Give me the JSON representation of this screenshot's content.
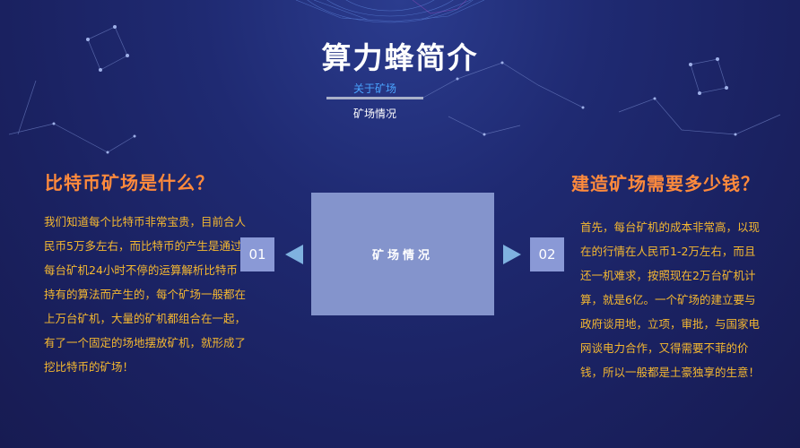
{
  "header": {
    "title": "算力蜂简介",
    "active_tab": "关于矿场",
    "sub_tab": "矿场情况"
  },
  "left": {
    "heading": "比特币矿场是什么？",
    "body": "我们知道每个比特币非常宝贵，目前合人民币5万多左右，而比特币的产生是通过每台矿机24小时不停的运算解析比特币持有的算法而产生的，每个矿场一般都在上万台矿机，大量的矿机都组合在一起，有了一个固定的场地摆放矿机，就形成了挖比特币的矿场！",
    "number": "01"
  },
  "center": {
    "label": "矿场情况"
  },
  "right": {
    "heading": "建造矿场需要多少钱？",
    "body": "首先，每台矿机的成本非常高，以现在的行情在人民币1-2万左右，而且还一机难求，按照现在2万台矿机计算，就是6亿。一个矿场的建立要与政府谈用地，立项，审批，与国家电网谈电力合作，又得需要不菲的价钱，所以一般都是土豪独享的生意！",
    "number": "02"
  },
  "colors": {
    "heading": "#ff8a3c",
    "body_text": "#f5b830",
    "active_tab": "#4aa4ff",
    "center_box": "#8494cc",
    "arrow": "#7fb2e0"
  }
}
